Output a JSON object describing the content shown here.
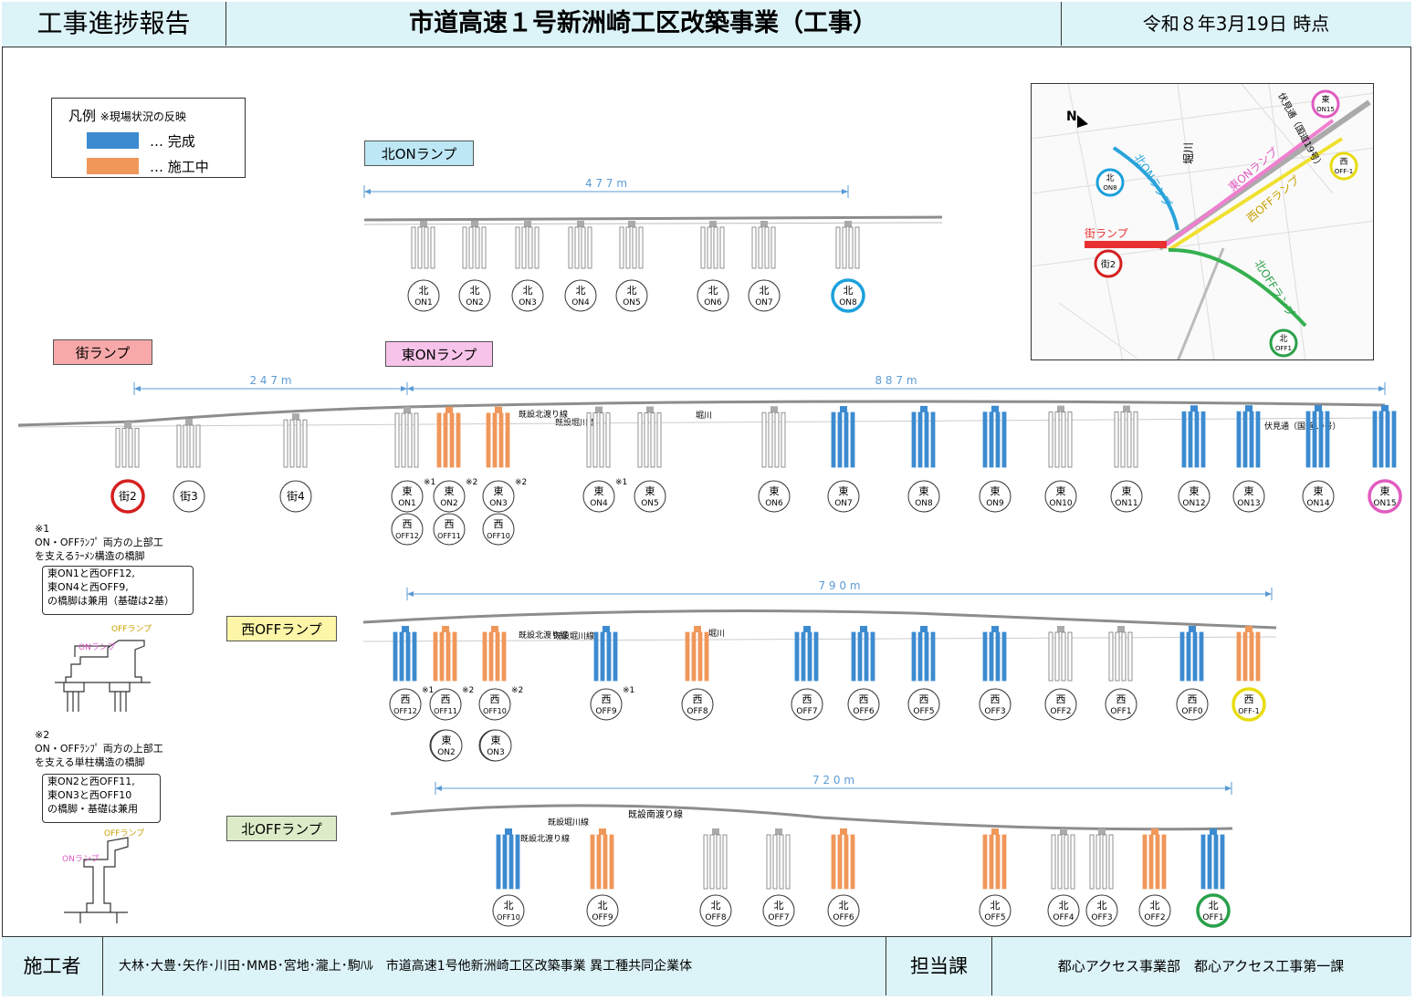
{
  "header": {
    "report_label": "工事進捗報告",
    "project_title": "市道高速１号新洲崎工区改築事業（工事）",
    "as_of": "令和８年3月19日 時点"
  },
  "legend": {
    "title": "凡例",
    "note": "※現場状況の反映",
    "items": [
      {
        "label": "… 完成",
        "color": "#3c8bd0"
      },
      {
        "label": "… 施工中",
        "color": "#f0975a"
      }
    ]
  },
  "ramps": {
    "kita_on": {
      "label": "北ONランプ",
      "color": "#bde7f5",
      "length": "477m"
    },
    "machi": {
      "label": "街ランプ",
      "color": "#f7a8a8",
      "length": "247m"
    },
    "higashi_on": {
      "label": "東ONランプ",
      "color": "#f7c3ea",
      "length": "887m"
    },
    "nishi_off": {
      "label": "西OFFランプ",
      "color": "#fdf6a8",
      "length": "790m"
    },
    "kita_off": {
      "label": "北OFFランプ",
      "color": "#dcecc8",
      "length": "720m"
    }
  },
  "piers": {
    "kita_on": [
      {
        "top": "北",
        "bottom": "ON1",
        "status": "none"
      },
      {
        "top": "北",
        "bottom": "ON2",
        "status": "none"
      },
      {
        "top": "北",
        "bottom": "ON3",
        "status": "none"
      },
      {
        "top": "北",
        "bottom": "ON4",
        "status": "none"
      },
      {
        "top": "北",
        "bottom": "ON5",
        "status": "none"
      },
      {
        "top": "北",
        "bottom": "ON6",
        "status": "none"
      },
      {
        "top": "北",
        "bottom": "ON7",
        "status": "none"
      },
      {
        "top": "北",
        "bottom": "ON8",
        "status": "none",
        "highlight": "#1ba0dc"
      }
    ],
    "machi": [
      {
        "top": "街2",
        "bottom": "",
        "status": "none",
        "highlight": "#d42020"
      },
      {
        "top": "街3",
        "bottom": "",
        "status": "none"
      },
      {
        "top": "街4",
        "bottom": "",
        "status": "none"
      }
    ],
    "higashi_on": [
      {
        "top": "東",
        "bottom": "ON1",
        "status": "none",
        "mark": "※1",
        "shared": "西OFF12"
      },
      {
        "top": "東",
        "bottom": "ON2",
        "status": "construction",
        "mark": "※2",
        "shared": "西OFF11"
      },
      {
        "top": "東",
        "bottom": "ON3",
        "status": "construction",
        "mark": "※2",
        "shared": "西OFF10"
      },
      {
        "top": "東",
        "bottom": "ON4",
        "status": "none",
        "mark": "※1"
      },
      {
        "top": "東",
        "bottom": "ON5",
        "status": "none"
      },
      {
        "top": "東",
        "bottom": "ON6",
        "status": "none"
      },
      {
        "top": "東",
        "bottom": "ON7",
        "status": "complete"
      },
      {
        "top": "東",
        "bottom": "ON8",
        "status": "complete"
      },
      {
        "top": "東",
        "bottom": "ON9",
        "status": "complete"
      },
      {
        "top": "東",
        "bottom": "ON10",
        "status": "none"
      },
      {
        "top": "東",
        "bottom": "ON11",
        "status": "none"
      },
      {
        "top": "東",
        "bottom": "ON12",
        "status": "complete"
      },
      {
        "top": "東",
        "bottom": "ON13",
        "status": "complete"
      },
      {
        "top": "東",
        "bottom": "ON14",
        "status": "complete"
      },
      {
        "top": "東",
        "bottom": "ON15",
        "status": "complete",
        "highlight": "#e05bc0"
      }
    ],
    "nishi_off": [
      {
        "top": "西",
        "bottom": "OFF12",
        "status": "complete",
        "mark": "※1"
      },
      {
        "top": "西",
        "bottom": "OFF11",
        "status": "construction",
        "mark": "※2",
        "shared": "東ON2"
      },
      {
        "top": "西",
        "bottom": "OFF10",
        "status": "construction",
        "mark": "※2",
        "shared": "東ON3"
      },
      {
        "top": "西",
        "bottom": "OFF9",
        "status": "complete",
        "mark": "※1"
      },
      {
        "top": "西",
        "bottom": "OFF8",
        "status": "construction"
      },
      {
        "top": "西",
        "bottom": "OFF7",
        "status": "complete"
      },
      {
        "top": "西",
        "bottom": "OFF6",
        "status": "complete"
      },
      {
        "top": "西",
        "bottom": "OFF5",
        "status": "complete"
      },
      {
        "top": "西",
        "bottom": "OFF3",
        "status": "complete"
      },
      {
        "top": "西",
        "bottom": "OFF2",
        "status": "none"
      },
      {
        "top": "西",
        "bottom": "OFF1",
        "status": "none"
      },
      {
        "top": "西",
        "bottom": "OFF0",
        "status": "complete"
      },
      {
        "top": "西",
        "bottom": "OFF-1",
        "status": "construction",
        "highlight": "#e8dc10"
      }
    ],
    "kita_off": [
      {
        "top": "北",
        "bottom": "OFF10",
        "status": "complete"
      },
      {
        "top": "北",
        "bottom": "OFF9",
        "status": "construction"
      },
      {
        "top": "北",
        "bottom": "OFF8",
        "status": "none"
      },
      {
        "top": "北",
        "bottom": "OFF7",
        "status": "none"
      },
      {
        "top": "北",
        "bottom": "OFF6",
        "status": "construction"
      },
      {
        "top": "北",
        "bottom": "OFF5",
        "status": "construction"
      },
      {
        "top": "北",
        "bottom": "OFF4",
        "status": "none"
      },
      {
        "top": "北",
        "bottom": "OFF3",
        "status": "none"
      },
      {
        "top": "北",
        "bottom": "OFF2",
        "status": "construction"
      },
      {
        "top": "北",
        "bottom": "OFF1",
        "status": "complete",
        "highlight": "#2aa04a"
      }
    ]
  },
  "annotations": {
    "existing_kita": "既設北渡り線",
    "existing_horikawa": "既設堀川線",
    "existing_minami": "既設南渡り線",
    "horikawa": "堀川",
    "fushimi": "伏見通（国道19号）",
    "on_ramp": "ONランプ",
    "off_ramp": "OFFランプ"
  },
  "notes": {
    "n1_mark": "※1",
    "n1_line1": "ON・OFFﾗﾝﾌﾟ 両方の上部工",
    "n1_line2": "を支えるﾗｰﾒﾝ構造の橋脚",
    "n1_b1": "東ON1と西OFF12,",
    "n1_b2": "東ON4と西OFF9,",
    "n1_b3": "の橋脚は兼用（基礎は2基）",
    "n2_mark": "※2",
    "n2_line1": "ON・OFFﾗﾝﾌﾟ 両方の上部工",
    "n2_line2": "を支える単柱構造の橋脚",
    "n2_b1": "東ON2と西OFF11,",
    "n2_b2": "東ON3と西OFF10",
    "n2_b3": "の橋脚・基礎は兼用"
  },
  "map": {
    "north_label": "N",
    "labels": {
      "kita_on": "北ONランプ",
      "higashi_on": "東ONランプ",
      "nishi_off": "西OFFランプ",
      "kita_off": "北OFFランプ",
      "machi": "街ランプ",
      "horikawa": "堀川",
      "fushimi": "伏見通（国道19号）"
    },
    "markers": [
      {
        "top": "東",
        "bottom": "ON15",
        "color": "#e05bc0"
      },
      {
        "top": "西",
        "bottom": "OFF-1",
        "color": "#e8dc10"
      },
      {
        "top": "北",
        "bottom": "ON8",
        "color": "#1ba0dc"
      },
      {
        "top": "街2",
        "bottom": "",
        "color": "#d42020"
      },
      {
        "top": "北",
        "bottom": "OFF1",
        "color": "#2aa04a"
      }
    ]
  },
  "footer": {
    "contractor_label": "施工者",
    "contractor": "大林･大豊･矢作･川田･MMB･宮地･瀧上･駒ﾊﾙ　市道高速1号他新洲崎工区改築事業 異工種共同企業体",
    "dept_label": "担当課",
    "dept": "都心アクセス事業部　都心アクセス工事第一課"
  },
  "colors": {
    "complete": "#3c8bd0",
    "construction": "#f0975a",
    "none": "#9a9a9a",
    "deck": "#8d8d8d",
    "dimension": "#5b9bd5"
  }
}
